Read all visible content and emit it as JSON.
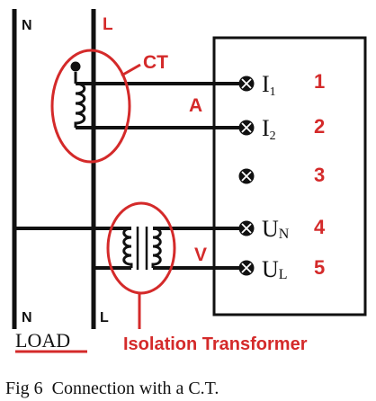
{
  "diagram": {
    "lines": {
      "left_top": "N",
      "left_bottom": "N",
      "right_top": "L",
      "right_bottom": "L"
    },
    "ct_label": "CT",
    "ammeter_label": "A",
    "voltmeter_label": "V",
    "load_label": "LOAD",
    "isolation_label": "Isolation Transformer",
    "terminals": [
      {
        "symbol": "I",
        "subscript": "1",
        "number": "1"
      },
      {
        "symbol": "I",
        "subscript": "2",
        "number": "2"
      },
      {
        "symbol": "",
        "subscript": "",
        "number": "3"
      },
      {
        "symbol": "U",
        "subscript": "N",
        "number": "4"
      },
      {
        "symbol": "U",
        "subscript": "L",
        "number": "5"
      }
    ],
    "caption": "Fig 6  Connection with a C.T."
  },
  "colors": {
    "accent": "#d42a2a",
    "wire": "#111111"
  }
}
